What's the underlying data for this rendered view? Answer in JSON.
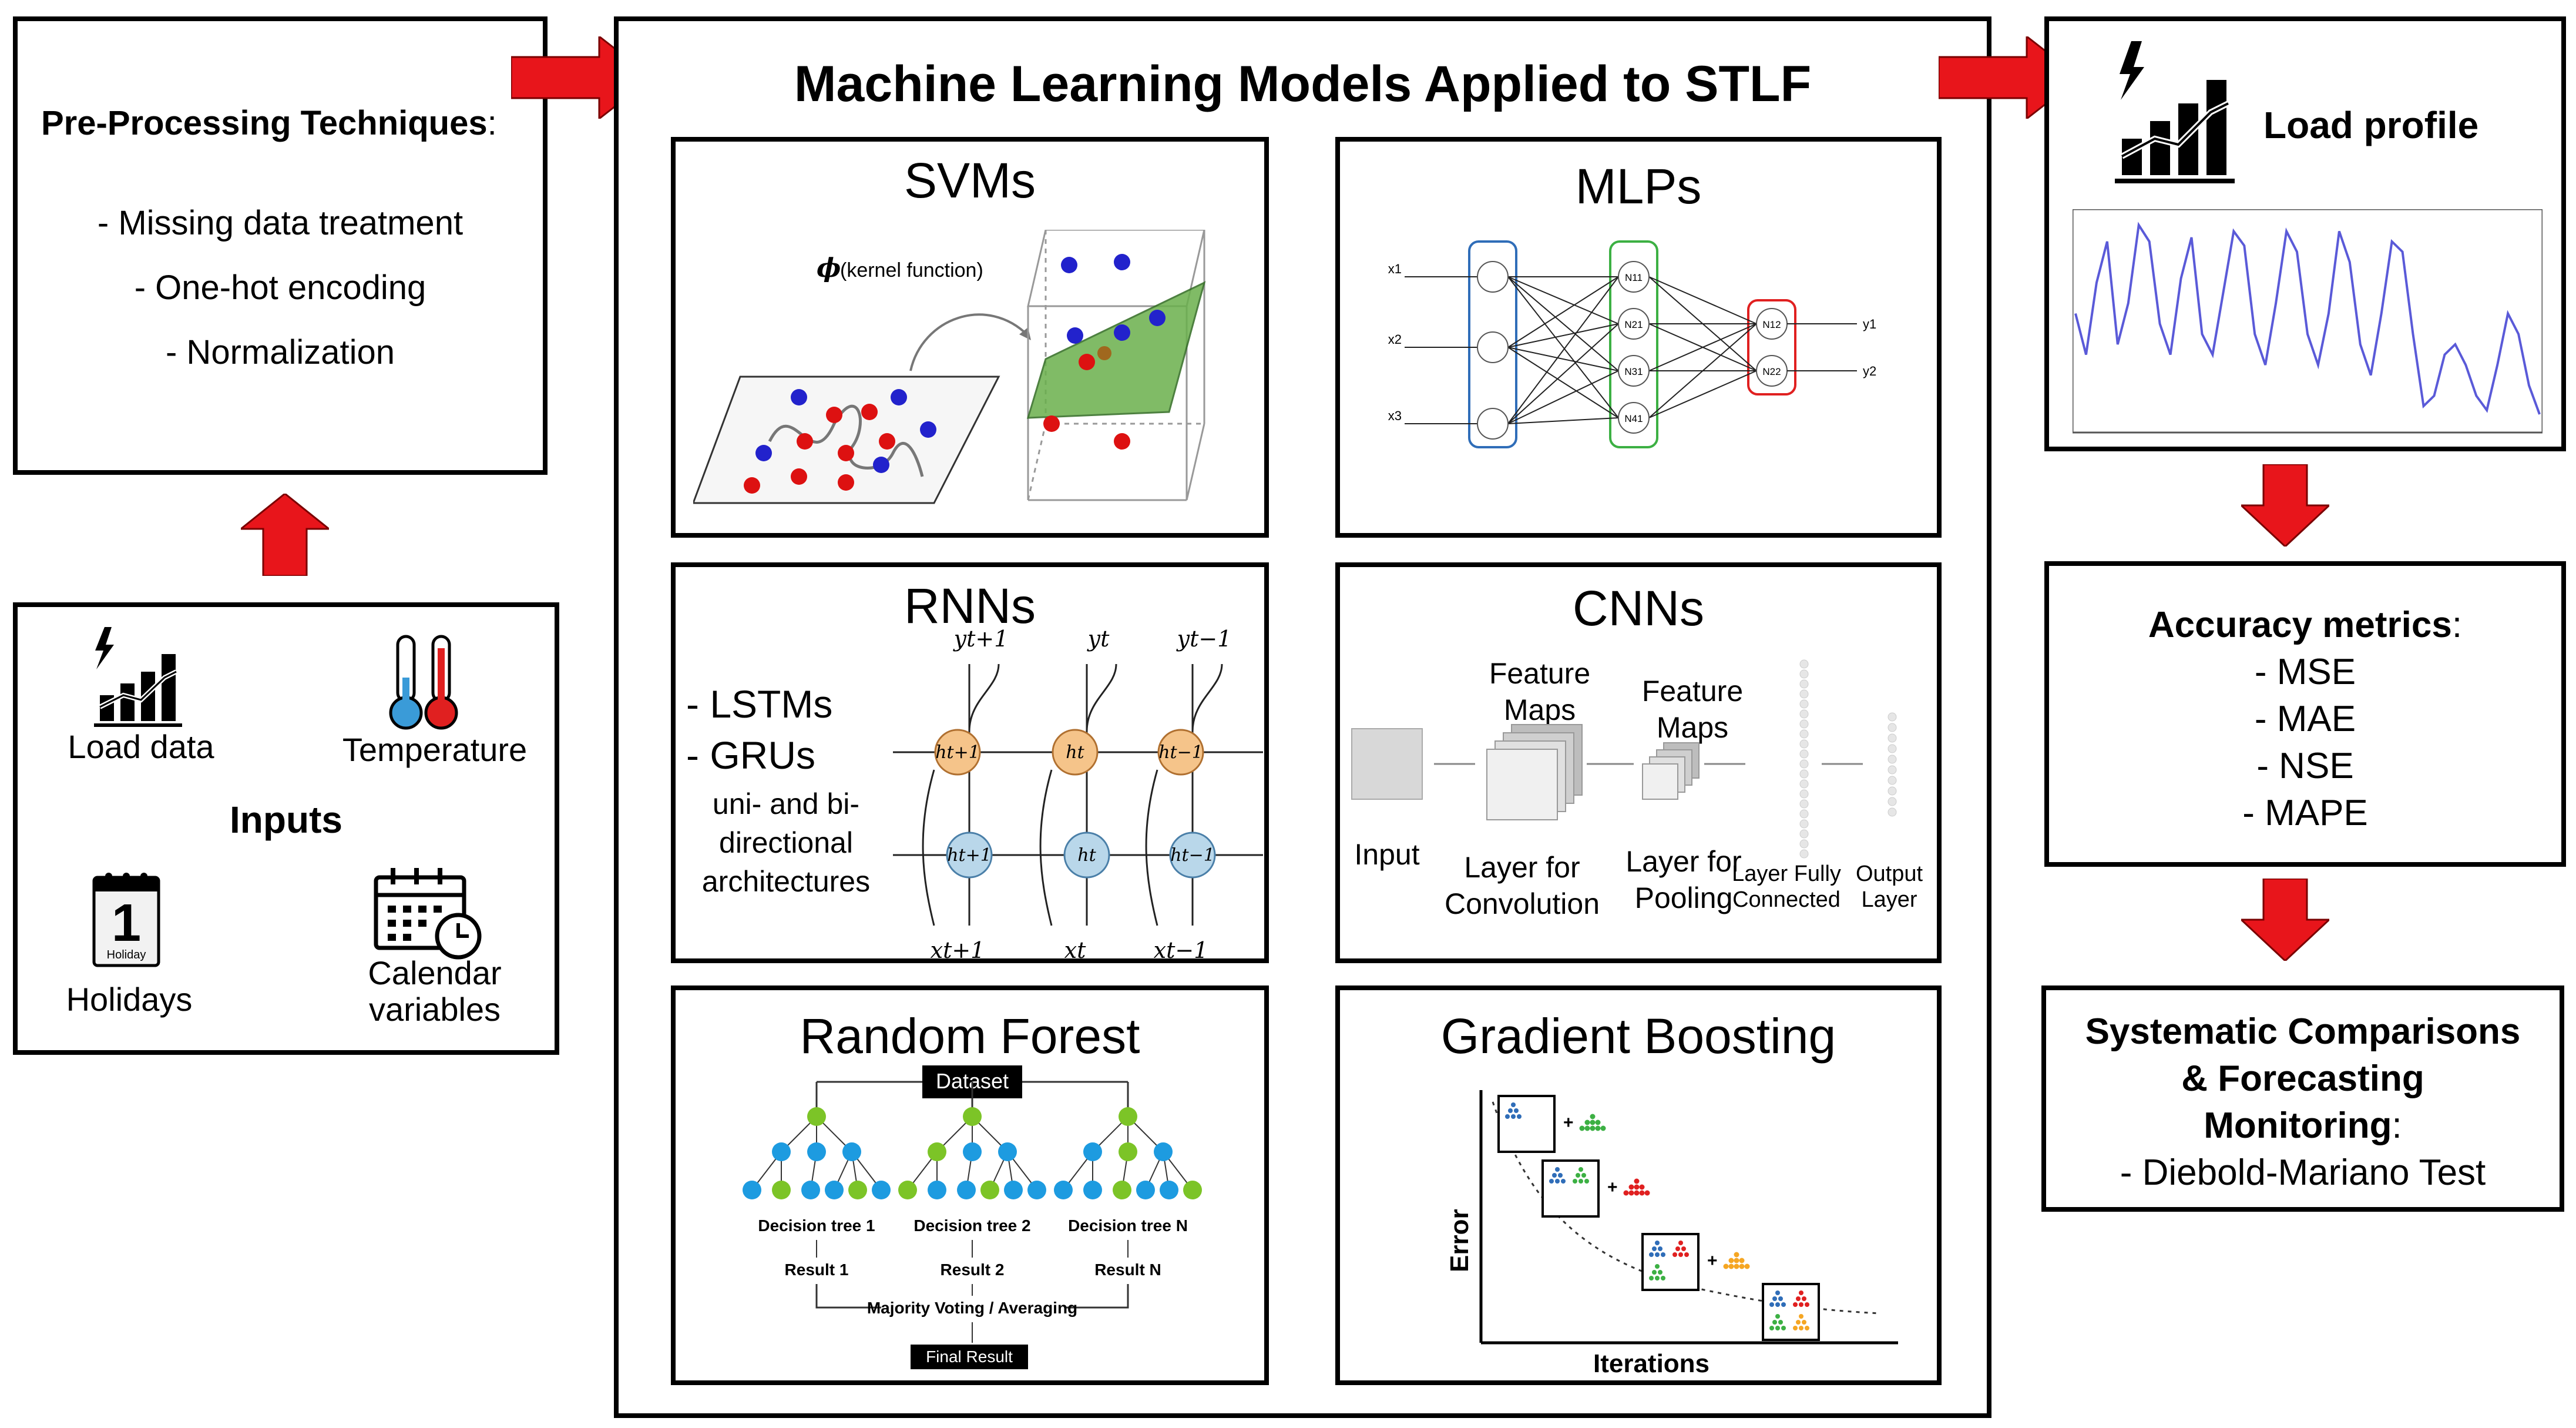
{
  "preprocessing": {
    "title": "Pre-Processing Techniques",
    "colon": ":",
    "items": [
      "- Missing data treatment",
      "- One-hot encoding",
      "- Normalization"
    ]
  },
  "inputs": {
    "title": "Inputs",
    "load_data": "Load data",
    "temperature": "Temperature",
    "holidays": "Holidays",
    "calendar": "Calendar variables",
    "holiday_day": "1",
    "holiday_tag": "Holiday"
  },
  "main_title": "Machine Learning Models Applied to STLF",
  "svm": {
    "title": "SVMs",
    "phi": "ϕ",
    "kernel": "(kernel function)"
  },
  "mlp": {
    "title": "MLPs",
    "inputs": [
      "x1",
      "x2",
      "x3"
    ],
    "hidden1": [
      "N11",
      "N21",
      "N31",
      "N41"
    ],
    "hidden2": [
      "N12",
      "N22"
    ],
    "outputs": [
      "y1",
      "y2"
    ]
  },
  "rnn": {
    "title": "RNNs",
    "items": [
      "- LSTMs",
      "- GRUs"
    ],
    "desc": "uni- and bi-directional architectures",
    "outputs": [
      "yt+1",
      "yt",
      "yt−1"
    ],
    "fwd": [
      "ht+1",
      "ht",
      "ht−1"
    ],
    "bwd": [
      "ht+1",
      "ht",
      "ht−1"
    ],
    "inputs": [
      "xt+1",
      "xt",
      "xt−1"
    ]
  },
  "cnn": {
    "title": "CNNs",
    "feature_maps_1": "Feature Maps",
    "feature_maps_2": "Feature Maps",
    "input": "Input",
    "conv": "Layer for Convolution",
    "pool": "Layer for Pooling",
    "fc": "Layer Fully Connected",
    "output": "Output Layer"
  },
  "rf": {
    "title": "Random Forest",
    "dataset": "Dataset",
    "trees": [
      "Decision tree 1",
      "Decision tree 2",
      "Decision tree N"
    ],
    "results": [
      "Result 1",
      "Result 2",
      "Result N"
    ],
    "voting": "Majority Voting / Averaging",
    "final": "Final Result"
  },
  "gb": {
    "title": "Gradient Boosting",
    "ylabel": "Error",
    "xlabel": "Iterations"
  },
  "load_profile": {
    "title": "Load profile",
    "series": [
      0.55,
      0.35,
      0.7,
      0.9,
      0.4,
      0.6,
      0.98,
      0.9,
      0.5,
      0.35,
      0.72,
      0.92,
      0.45,
      0.35,
      0.65,
      0.95,
      0.88,
      0.45,
      0.3,
      0.6,
      0.95,
      0.85,
      0.45,
      0.3,
      0.55,
      0.95,
      0.8,
      0.4,
      0.25,
      0.55,
      0.9,
      0.85,
      0.45,
      0.1,
      0.15,
      0.35,
      0.4,
      0.3,
      0.15,
      0.08,
      0.3,
      0.55,
      0.45,
      0.2,
      0.06
    ]
  },
  "accuracy": {
    "title": "Accuracy metrics",
    "colon": ":",
    "items": [
      "- MSE",
      "- MAE",
      "- NSE",
      "- MAPE"
    ]
  },
  "systematic": {
    "line1": "Systematic Comparisons",
    "line2": "& Forecasting",
    "line3": "Monitoring",
    "colon": ":",
    "item": "- Diebold-Mariano Test"
  },
  "colors": {
    "arrow": "#e8151b",
    "blue": "#2f6db8",
    "green": "#3cb043",
    "red": "#e02020",
    "orange": "#f5c48a",
    "lightblue": "#b9d7ea"
  }
}
